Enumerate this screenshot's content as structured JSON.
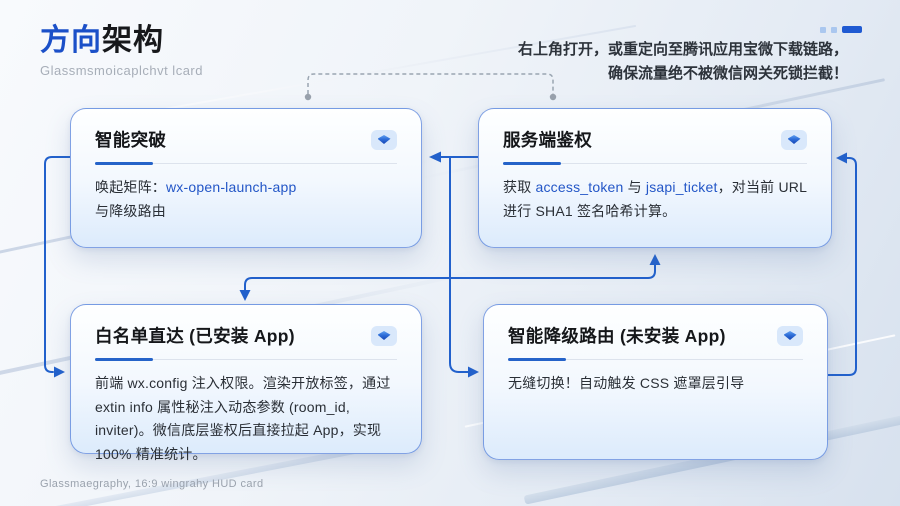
{
  "header": {
    "title_highlight": "方向",
    "title_rest": "架构",
    "subtitle": "Glassmsmoicaplchvt lcard"
  },
  "note": {
    "line1": "右上角打开，或重定向至腾讯应用宝微下载链路，",
    "line2": "确保流量绝不被微信网关死锁拦截！"
  },
  "cards": [
    {
      "title": "智能突破",
      "segments": [
        {
          "t": "唤起矩阵：",
          "style": "dark"
        },
        {
          "t": "wx-open-launch-app",
          "style": "blue"
        },
        {
          "t": "与降级路由",
          "style": "dark"
        }
      ]
    },
    {
      "title": "服务端鉴权",
      "segments": [
        {
          "t": "获取 ",
          "style": "dark"
        },
        {
          "t": "access_token",
          "style": "blue"
        },
        {
          "t": " 与 ",
          "style": "dark"
        },
        {
          "t": "jsapi_ticket",
          "style": "blue"
        },
        {
          "t": "，对当前 URL 进行 SHA1 签名哈希计算。",
          "style": "dark"
        }
      ]
    },
    {
      "title": "白名单直达 (已安装 App)",
      "segments": [
        {
          "t": "前端 wx.config 注入权限。渲染开放标签，通过 extin info 属性秘注入动态参数 (room_id, inviter)。微信底层鉴权后直接拉起 App，实现 100% 精准统计。",
          "style": "dark"
        }
      ]
    },
    {
      "title": "智能降级路由 (未安装 App)",
      "segments": [
        {
          "t": "无缝切换！自动触发 CSS 遮罩层引导",
          "style": "dark"
        }
      ]
    }
  ],
  "footer": {
    "text": "Glassmaegraphy,  16:9 wingrahy HUD card"
  },
  "colors": {
    "accent_blue": "#1b50c8",
    "connector_blue": "#2261cc",
    "card_border": "#3f70d6",
    "deco_bar": "#1f5ad2"
  }
}
